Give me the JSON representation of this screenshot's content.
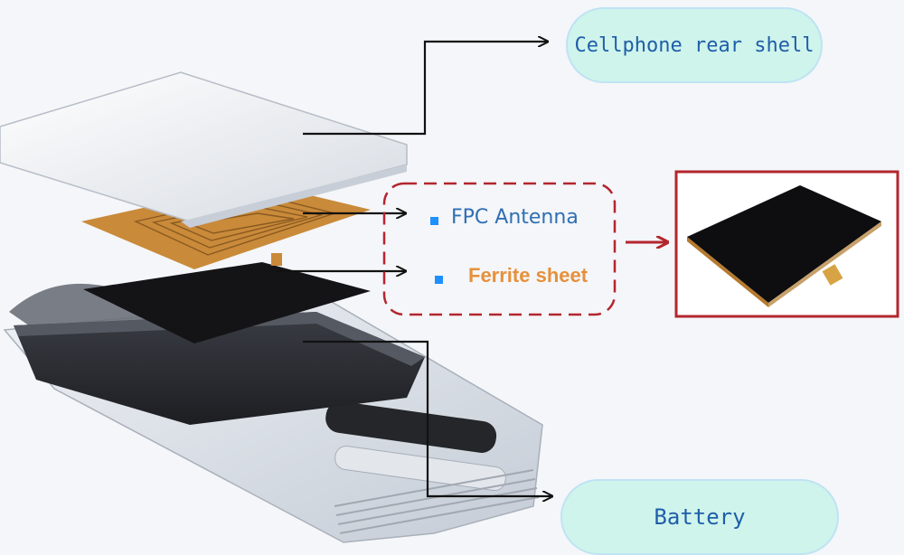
{
  "labels": {
    "rear_shell": "Cellphone rear shell",
    "fpc_antenna": "FPC Antenna",
    "ferrite_sheet": "Ferrite sheet",
    "battery": "Battery"
  },
  "colors": {
    "pill_fill": "#cff4ec",
    "pill_text": "#1f5ea8",
    "fpc_text": "#2f6fb2",
    "ferrite_text": "#e6903b",
    "callout_red": "#b3262e",
    "bullet_blue": "#1e90ff",
    "arrow_black": "#111111"
  }
}
